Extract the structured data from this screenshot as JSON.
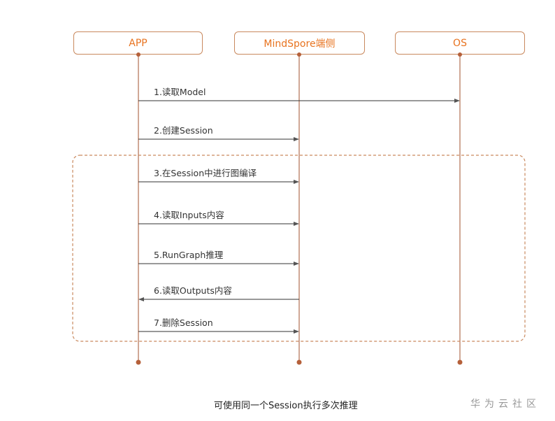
{
  "actors": {
    "app": "APP",
    "mindspore": "MindSpore端侧",
    "os": "OS"
  },
  "messages": [
    {
      "label": "1.读取Model",
      "from": "app",
      "to": "os"
    },
    {
      "label": "2.创建Session",
      "from": "app",
      "to": "mindspore"
    },
    {
      "label": "3.在Session中进行图编译",
      "from": "app",
      "to": "mindspore"
    },
    {
      "label": "4.读取Inputs内容",
      "from": "app",
      "to": "mindspore"
    },
    {
      "label": "5.RunGraph推理",
      "from": "app",
      "to": "mindspore"
    },
    {
      "label": "6.读取Outputs内容",
      "from": "mindspore",
      "to": "app"
    },
    {
      "label": "7.删除Session",
      "from": "app",
      "to": "mindspore"
    }
  ],
  "caption": "可使用同一个Session执行多次推理",
  "watermark": "华为云社区",
  "colors": {
    "actor_border": "#c9895e",
    "actor_text": "#e8731f",
    "lifeline": "#a0522d",
    "arrow": "#333333",
    "loop_border": "#c9895e"
  }
}
